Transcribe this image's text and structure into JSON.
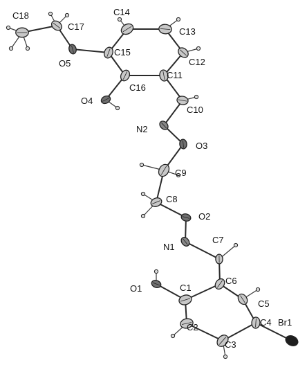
{
  "molecule": {
    "atoms": [
      {
        "id": "C18",
        "label": "C18",
        "el": "C"
      },
      {
        "id": "C17",
        "label": "C17",
        "el": "C"
      },
      {
        "id": "O5",
        "label": "O5",
        "el": "O"
      },
      {
        "id": "C15",
        "label": "C15",
        "el": "C"
      },
      {
        "id": "C14",
        "label": "C14",
        "el": "C"
      },
      {
        "id": "C13",
        "label": "C13",
        "el": "C"
      },
      {
        "id": "C12",
        "label": "C12",
        "el": "C"
      },
      {
        "id": "C11",
        "label": "C11",
        "el": "C"
      },
      {
        "id": "C16",
        "label": "C16",
        "el": "C"
      },
      {
        "id": "O4",
        "label": "O4",
        "el": "O"
      },
      {
        "id": "C10",
        "label": "C10",
        "el": "C"
      },
      {
        "id": "N2",
        "label": "N2",
        "el": "N"
      },
      {
        "id": "O3",
        "label": "O3",
        "el": "O"
      },
      {
        "id": "C9",
        "label": "C9",
        "el": "C"
      },
      {
        "id": "C8",
        "label": "C8",
        "el": "C"
      },
      {
        "id": "O2",
        "label": "O2",
        "el": "O"
      },
      {
        "id": "N1",
        "label": "N1",
        "el": "N"
      },
      {
        "id": "C7",
        "label": "C7",
        "el": "C"
      },
      {
        "id": "C6",
        "label": "C6",
        "el": "C"
      },
      {
        "id": "C1",
        "label": "C1",
        "el": "C"
      },
      {
        "id": "O1",
        "label": "O1",
        "el": "O"
      },
      {
        "id": "C5",
        "label": "C5",
        "el": "C"
      },
      {
        "id": "C4",
        "label": "C4",
        "el": "C"
      },
      {
        "id": "C3",
        "label": "C3",
        "el": "C"
      },
      {
        "id": "C2",
        "label": "C2",
        "el": "C"
      },
      {
        "id": "Br1",
        "label": "Br1",
        "el": "Br"
      }
    ],
    "colors": {
      "C": "#c8c8c8",
      "O": "#707070",
      "N": "#888888",
      "Br": "#1e1e1e",
      "H": "#d8d8d8",
      "outline": "#222222"
    }
  }
}
